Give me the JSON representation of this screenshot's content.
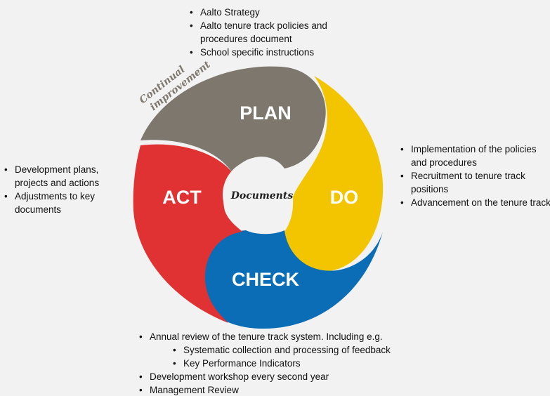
{
  "center_label": "Documents",
  "side_label": [
    "Continual",
    "improvement"
  ],
  "phases": {
    "plan": {
      "label": "PLAN",
      "color": "#7d776e",
      "bullets": [
        "Aalto Strategy",
        "Aalto tenure track policies and procedures document",
        "School specific instructions"
      ]
    },
    "do": {
      "label": "DO",
      "color": "#f2c500",
      "bullets": [
        "Implementation of the policies and procedures",
        "Recruitment to tenure track positions",
        "Advancement on the tenure track"
      ]
    },
    "check": {
      "label": "CHECK",
      "color": "#0a6db6",
      "bullets": [
        "Annual review of the tenure track system. Including e.g.",
        "Systematic collection and processing of feedback",
        "Key Performance Indicators",
        "Development workshop every second year",
        "Management Review"
      ]
    },
    "act": {
      "label": "ACT",
      "color": "#e03232",
      "bullets": [
        "Development plans, projects and actions",
        "Adjustments to key documents"
      ]
    }
  }
}
